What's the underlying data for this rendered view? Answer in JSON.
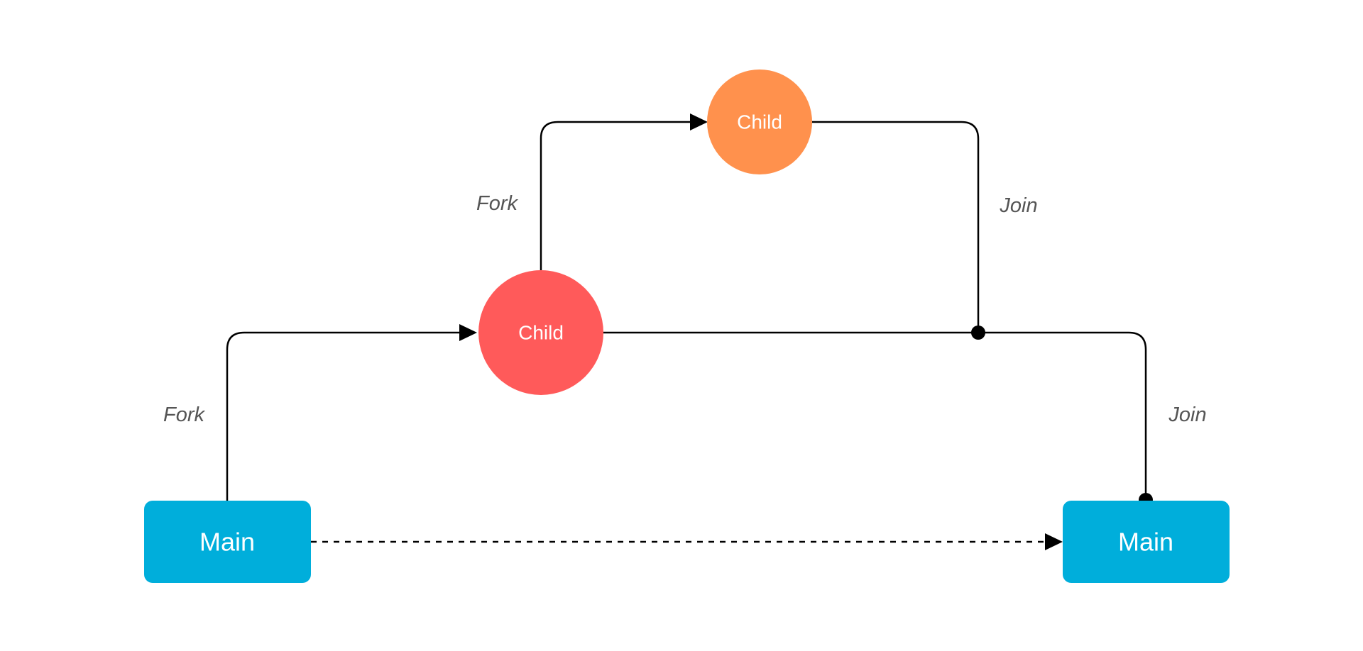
{
  "diagram": {
    "nodes": {
      "main_start": {
        "label": "Main",
        "color": "#00AEDB"
      },
      "main_end": {
        "label": "Main",
        "color": "#00AEDB"
      },
      "child_level1": {
        "label": "Child",
        "color": "#FF5A5A"
      },
      "child_level2": {
        "label": "Child",
        "color": "#FF914D"
      }
    },
    "edges": {
      "fork_lower": {
        "label": "Fork",
        "from": "Main",
        "to": "Child"
      },
      "fork_upper": {
        "label": "Fork",
        "from": "Child",
        "to": "Child"
      },
      "join_upper": {
        "label": "Join",
        "from": "Child",
        "to": "Child"
      },
      "join_lower": {
        "label": "Join",
        "from": "Child",
        "to": "Main"
      },
      "main_continue": {
        "style": "dashed",
        "from": "Main",
        "to": "Main"
      }
    },
    "line_color": "#000000",
    "label_color": "#555555"
  }
}
